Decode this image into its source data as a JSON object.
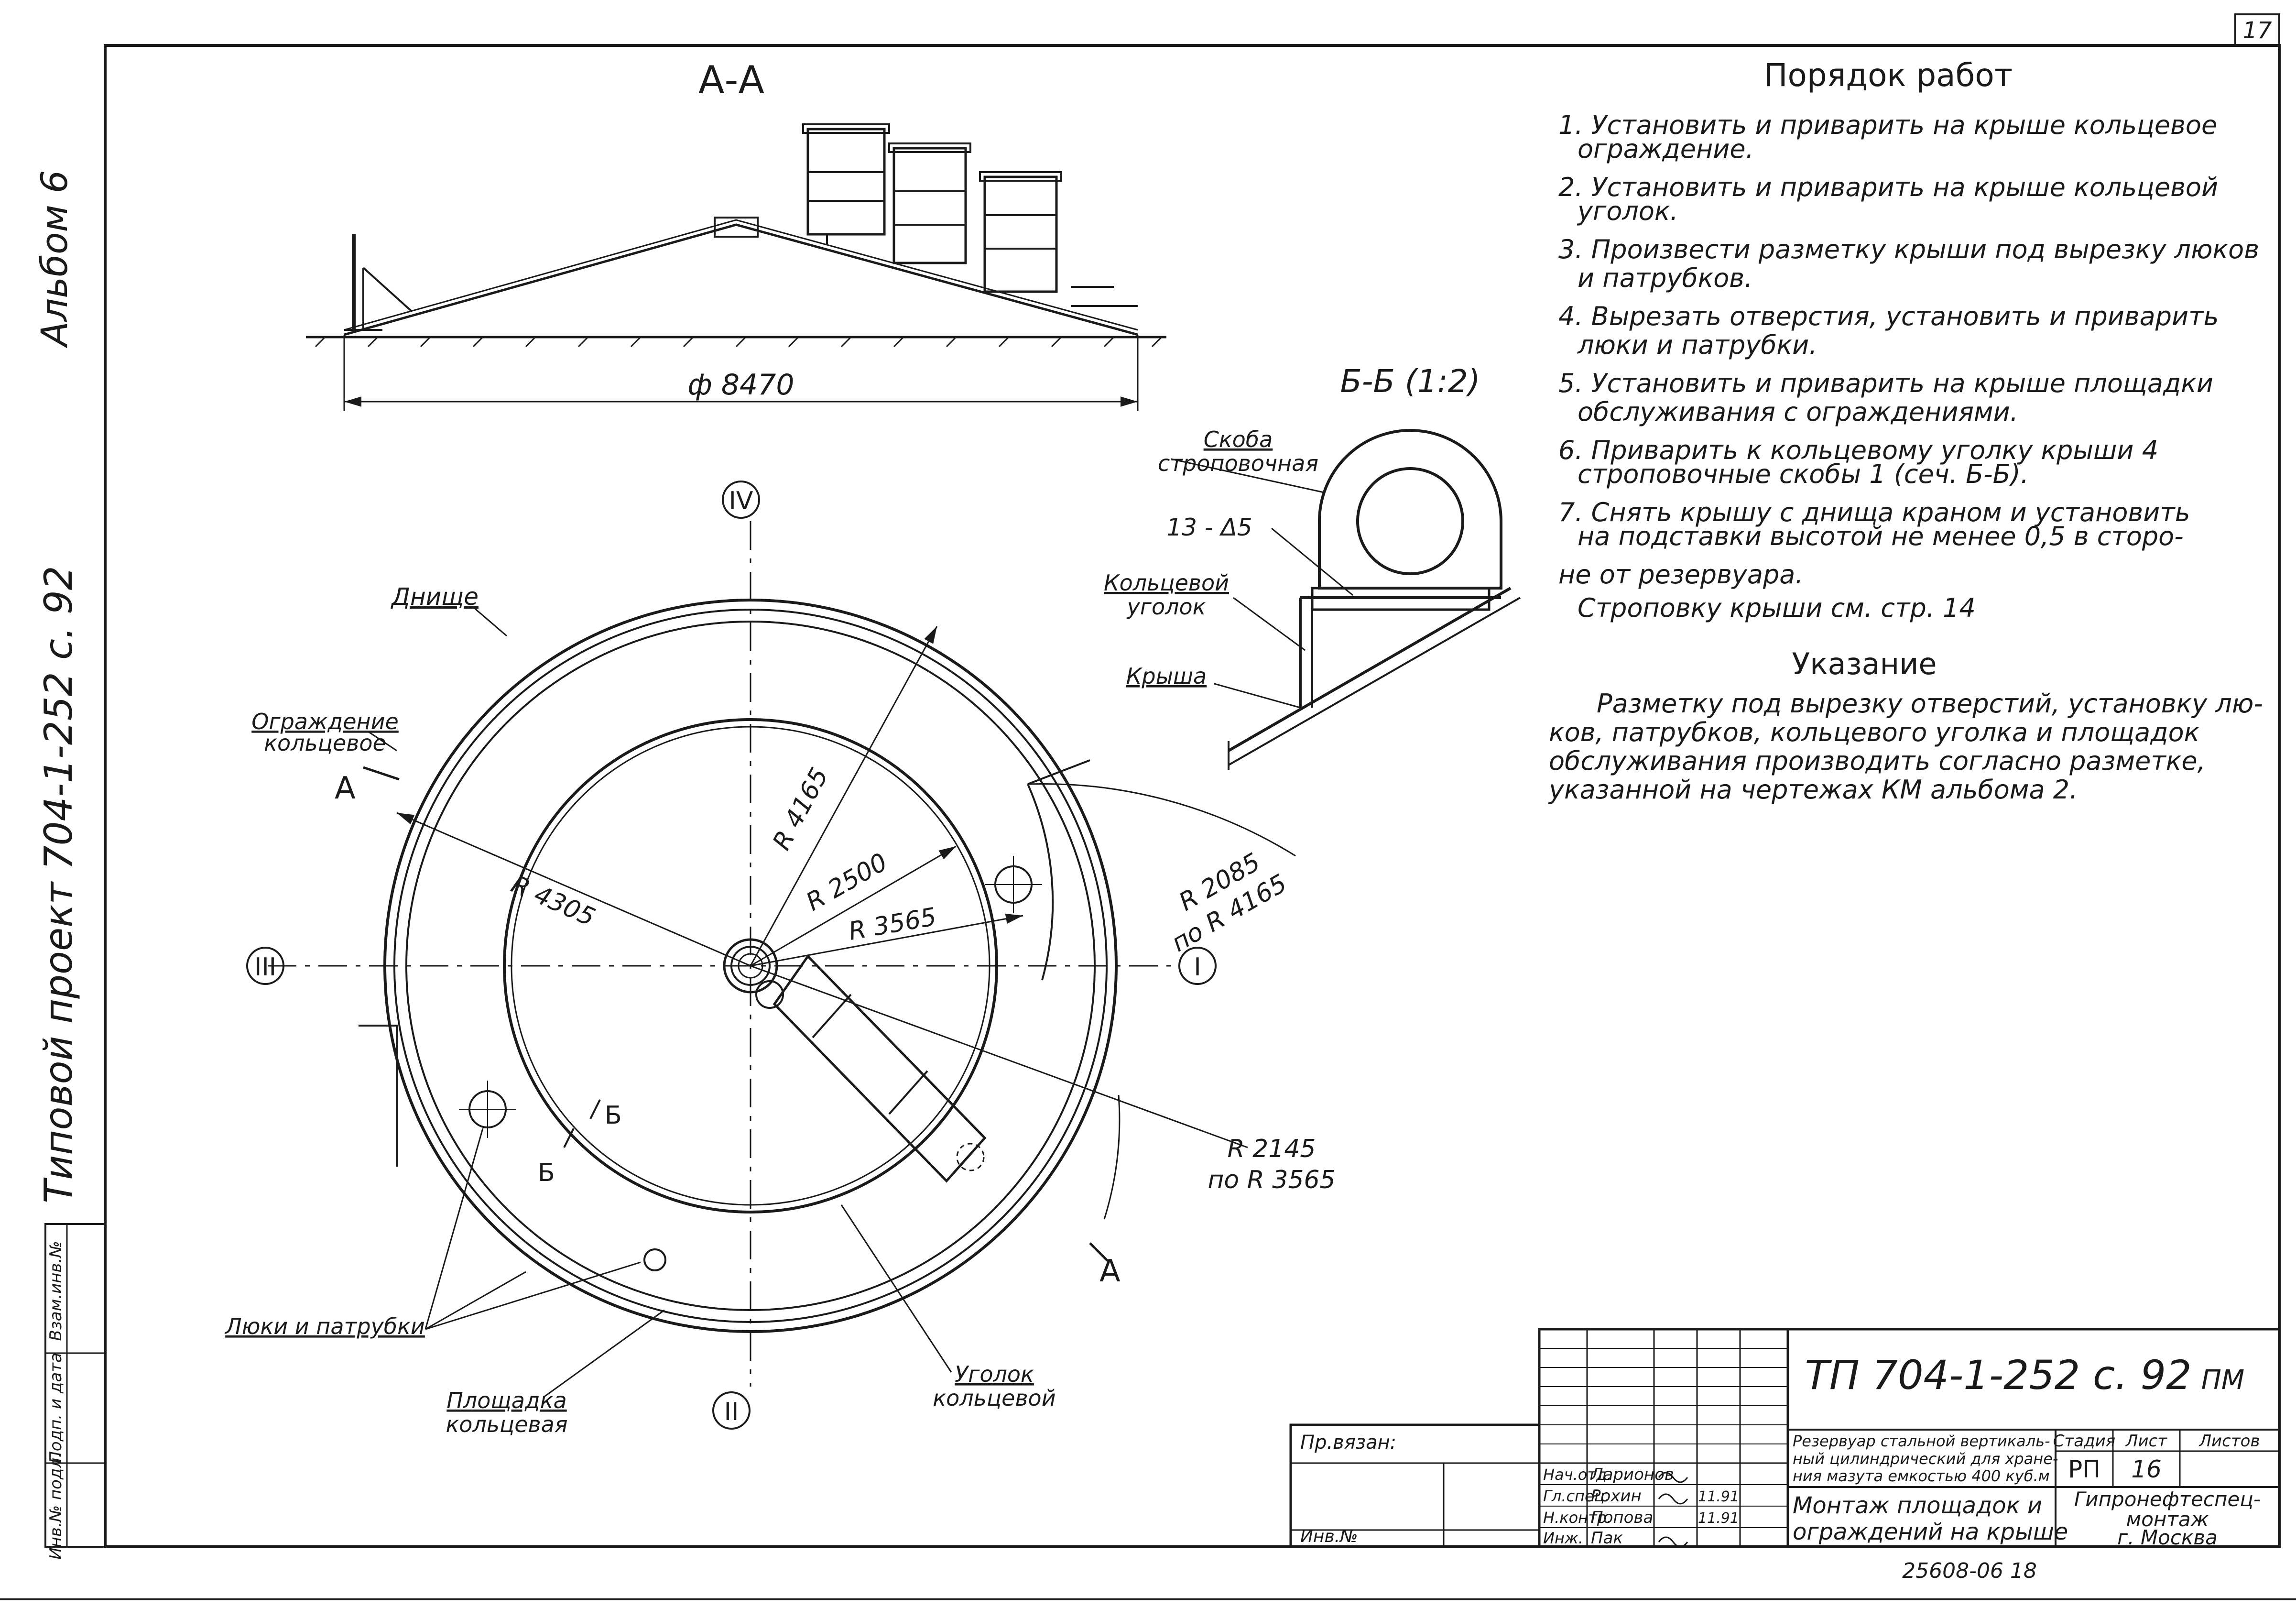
{
  "sheet": {
    "page_number": "17",
    "side_album": "Альбом 6",
    "side_project": "Типовой проект 704-1-252 с. 92",
    "side_stamp": [
      "Инв.№ подл.",
      "Подп. и дата",
      "Взам.инв.№"
    ]
  },
  "section_aa": {
    "title": "А-А",
    "diameter": "ф 8470"
  },
  "plan": {
    "axis_1": "I",
    "axis_2": "II",
    "axis_3": "III",
    "axis_4": "IV",
    "cut_a_top": "А",
    "cut_a_bottom": "А",
    "cut_b_left": "Б",
    "cut_b_right": "Б",
    "r4165": "R 4165",
    "r4305": "R 4305",
    "r2500": "R 2500",
    "r3565": "R 3565",
    "r2085": "R 2085",
    "r2085_ref": "по R 4165",
    "r2145": "R 2145",
    "r2145_ref": "по R 3565",
    "label_bottom": "Днище",
    "label_fence_1": "Ограждение",
    "label_fence_2": "кольцевое",
    "label_hatches": "Люки и патрубки",
    "label_platform_1": "Площадка",
    "label_platform_2": "кольцевая",
    "label_angle_1": "Уголок",
    "label_angle_2": "кольцевой"
  },
  "detail_bb": {
    "title": "Б-Б (1:2)",
    "label_bracket_1": "Скоба",
    "label_bracket_2": "строповочная",
    "weld": "13 - Δ5",
    "label_angle_1": "Кольцевой",
    "label_angle_2": "уголок",
    "label_roof": "Крыша"
  },
  "procedure": {
    "title": "Порядок работ",
    "lines": [
      "1. Установить и приварить на крыше кольцевое",
      "ограждение.",
      "2. Установить и приварить на крыше кольцевой",
      "уголок.",
      "3. Произвести разметку крыши под вырезку люков",
      "и патрубков.",
      "4. Вырезать отверстия, установить и приварить",
      "люки и патрубки.",
      "5. Установить и приварить на крыше площадки",
      "обслуживания с ограждениями.",
      "6. Приварить к кольцевому уголку крыши 4",
      "строповочные скобы 1 (сеч. Б-Б).",
      "7. Снять крышу с днища краном и установить",
      "на подставки высотой не менее 0,5 в сторо-",
      "не от резервуара.",
      "Строповку крыши см. стр. 14"
    ]
  },
  "note": {
    "title": "Указание",
    "lines": [
      "Разметку под вырезку отверстий, установку лю-",
      "ков, патрубков, кольцевого уголка и площадок",
      "обслуживания производить согласно разметке,",
      "указанной на чертежах КМ альбома 2."
    ]
  },
  "title_block": {
    "doc_code": "ТП 704-1-252 с. 92",
    "doc_kind": "ПМ",
    "object_lines": [
      "Резервуар стальной вертикаль-",
      "ный цилиндрический для хране-",
      "ния мазута емкостью 400 куб.м"
    ],
    "sheet_title_lines": [
      "Монтаж площадок и",
      "ограждений на крыше"
    ],
    "stage_header": "Стадия",
    "sheet_header": "Лист",
    "sheets_header": "Листов",
    "stage": "РП",
    "sheet_no": "16",
    "org_lines": [
      "Гипронефтеспец-",
      "монтаж",
      "г. Москва"
    ],
    "roles": [
      "Нач.отд.",
      "Гл.спец.",
      "Н.контр.",
      "Инж."
    ],
    "names": [
      "Ларионов",
      "Рохин",
      "Попова",
      "Пак"
    ],
    "date1": "11.91",
    "date2": "11.91",
    "linked": "Пр.вязан:",
    "inv": "Инв.№",
    "sheet_ref": "25608-06 18"
  }
}
